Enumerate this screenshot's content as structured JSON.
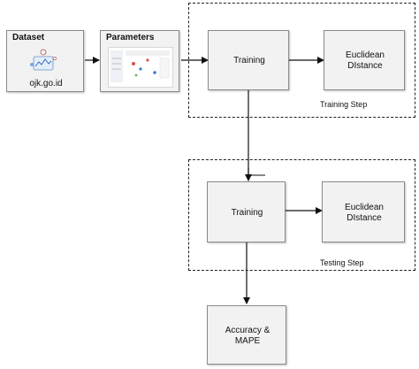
{
  "diagram": {
    "dataset": {
      "title": "Dataset",
      "source": "ojk.go.id"
    },
    "parameters": {
      "title": "Parameters"
    },
    "training_group": {
      "training": "Training",
      "distance_line1": "Euclidean",
      "distance_line2": "DIstance",
      "step_label": "Training Step"
    },
    "testing_group": {
      "training": "Training",
      "distance_line1": "Euclidean",
      "distance_line2": "DIstance",
      "step_label": "Testing Step"
    },
    "result": {
      "line1": "Accuracy &",
      "line2": "MAPE"
    }
  }
}
